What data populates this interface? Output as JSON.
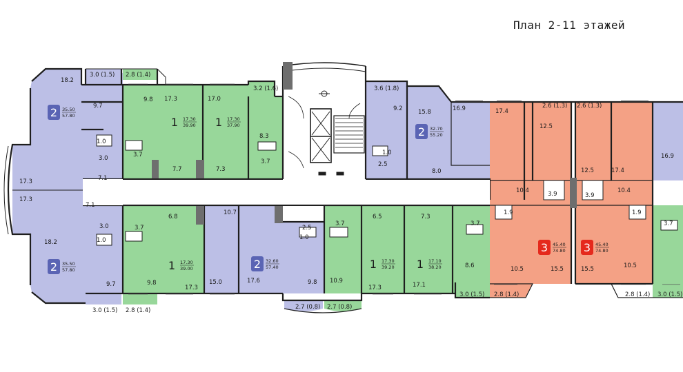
{
  "title": "План 2-11 этажей",
  "colors": {
    "one_room": "#98d79a",
    "two_room": "#bcbfe6",
    "three_room": "#f4a185",
    "badge_two": "#5a64b4",
    "badge_three": "#e5291c",
    "wall": "#1e1e1e",
    "common": "#ffffff"
  },
  "apartments": [
    {
      "id": "a1",
      "rooms": "2",
      "area_living": "35.50",
      "area_total": "57.80"
    },
    {
      "id": "a2",
      "rooms": "1",
      "area_living": "17.30",
      "area_total": "39.90"
    },
    {
      "id": "a3",
      "rooms": "1",
      "area_living": "17.30",
      "area_total": "37.90"
    },
    {
      "id": "a4",
      "rooms": "2",
      "area_living": "32.70",
      "area_total": "55.20"
    },
    {
      "id": "a5",
      "rooms": "2",
      "area_living": "35.50",
      "area_total": "57.80"
    },
    {
      "id": "a6",
      "rooms": "1",
      "area_living": "17.30",
      "area_total": "39.00"
    },
    {
      "id": "a7",
      "rooms": "2",
      "area_living": "32.60",
      "area_total": "57.40"
    },
    {
      "id": "a8",
      "rooms": "1",
      "area_living": "17.30",
      "area_total": "39.20"
    },
    {
      "id": "a9",
      "rooms": "1",
      "area_living": "17.10",
      "area_total": "38.20"
    },
    {
      "id": "a10",
      "rooms": "3",
      "area_living": "45.40",
      "area_total": "74.80"
    },
    {
      "id": "a11",
      "rooms": "3",
      "area_living": "45.40",
      "area_total": "74.80"
    }
  ],
  "room_labels": [
    "18.2",
    "3.0 (1.5)",
    "2.8 (1.4)",
    "9.7",
    "9.8",
    "17.3",
    "17.0",
    "3.2 (1.6)",
    "8.3",
    "3.7",
    "7.7",
    "7.3",
    "1.0",
    "3.0",
    "3.7",
    "17.3",
    "7.1",
    "3.6 (1.8)",
    "9.2",
    "15.8",
    "16.9",
    "17.4",
    "2.6 (1.3)",
    "2.6 (1.3)",
    "12.5",
    "12.5",
    "17.4",
    "16.9",
    "1.0",
    "2.5",
    "8.0",
    "10.4",
    "10.4",
    "3.9",
    "3.9",
    "17.3",
    "7.1",
    "6.8",
    "10.7",
    "2.5",
    "3.7",
    "6.5",
    "7.3",
    "3.7",
    "1.9",
    "1.9",
    "3.7",
    "3.0",
    "3.7",
    "1.0",
    "1.0",
    "18.2",
    "9.7",
    "9.8",
    "17.3",
    "15.0",
    "17.6",
    "9.8",
    "10.9",
    "17.3",
    "17.1",
    "8.6",
    "10.5",
    "15.5",
    "15.5",
    "10.5",
    "3.0 (1.5)",
    "2.8 (1.4)",
    "2.7 (0.8)",
    "2.7 (0.8)",
    "3.0 (1.5)",
    "2.8 (1.4)",
    "2.8 (1.4)",
    "3.0 (1.5)"
  ]
}
